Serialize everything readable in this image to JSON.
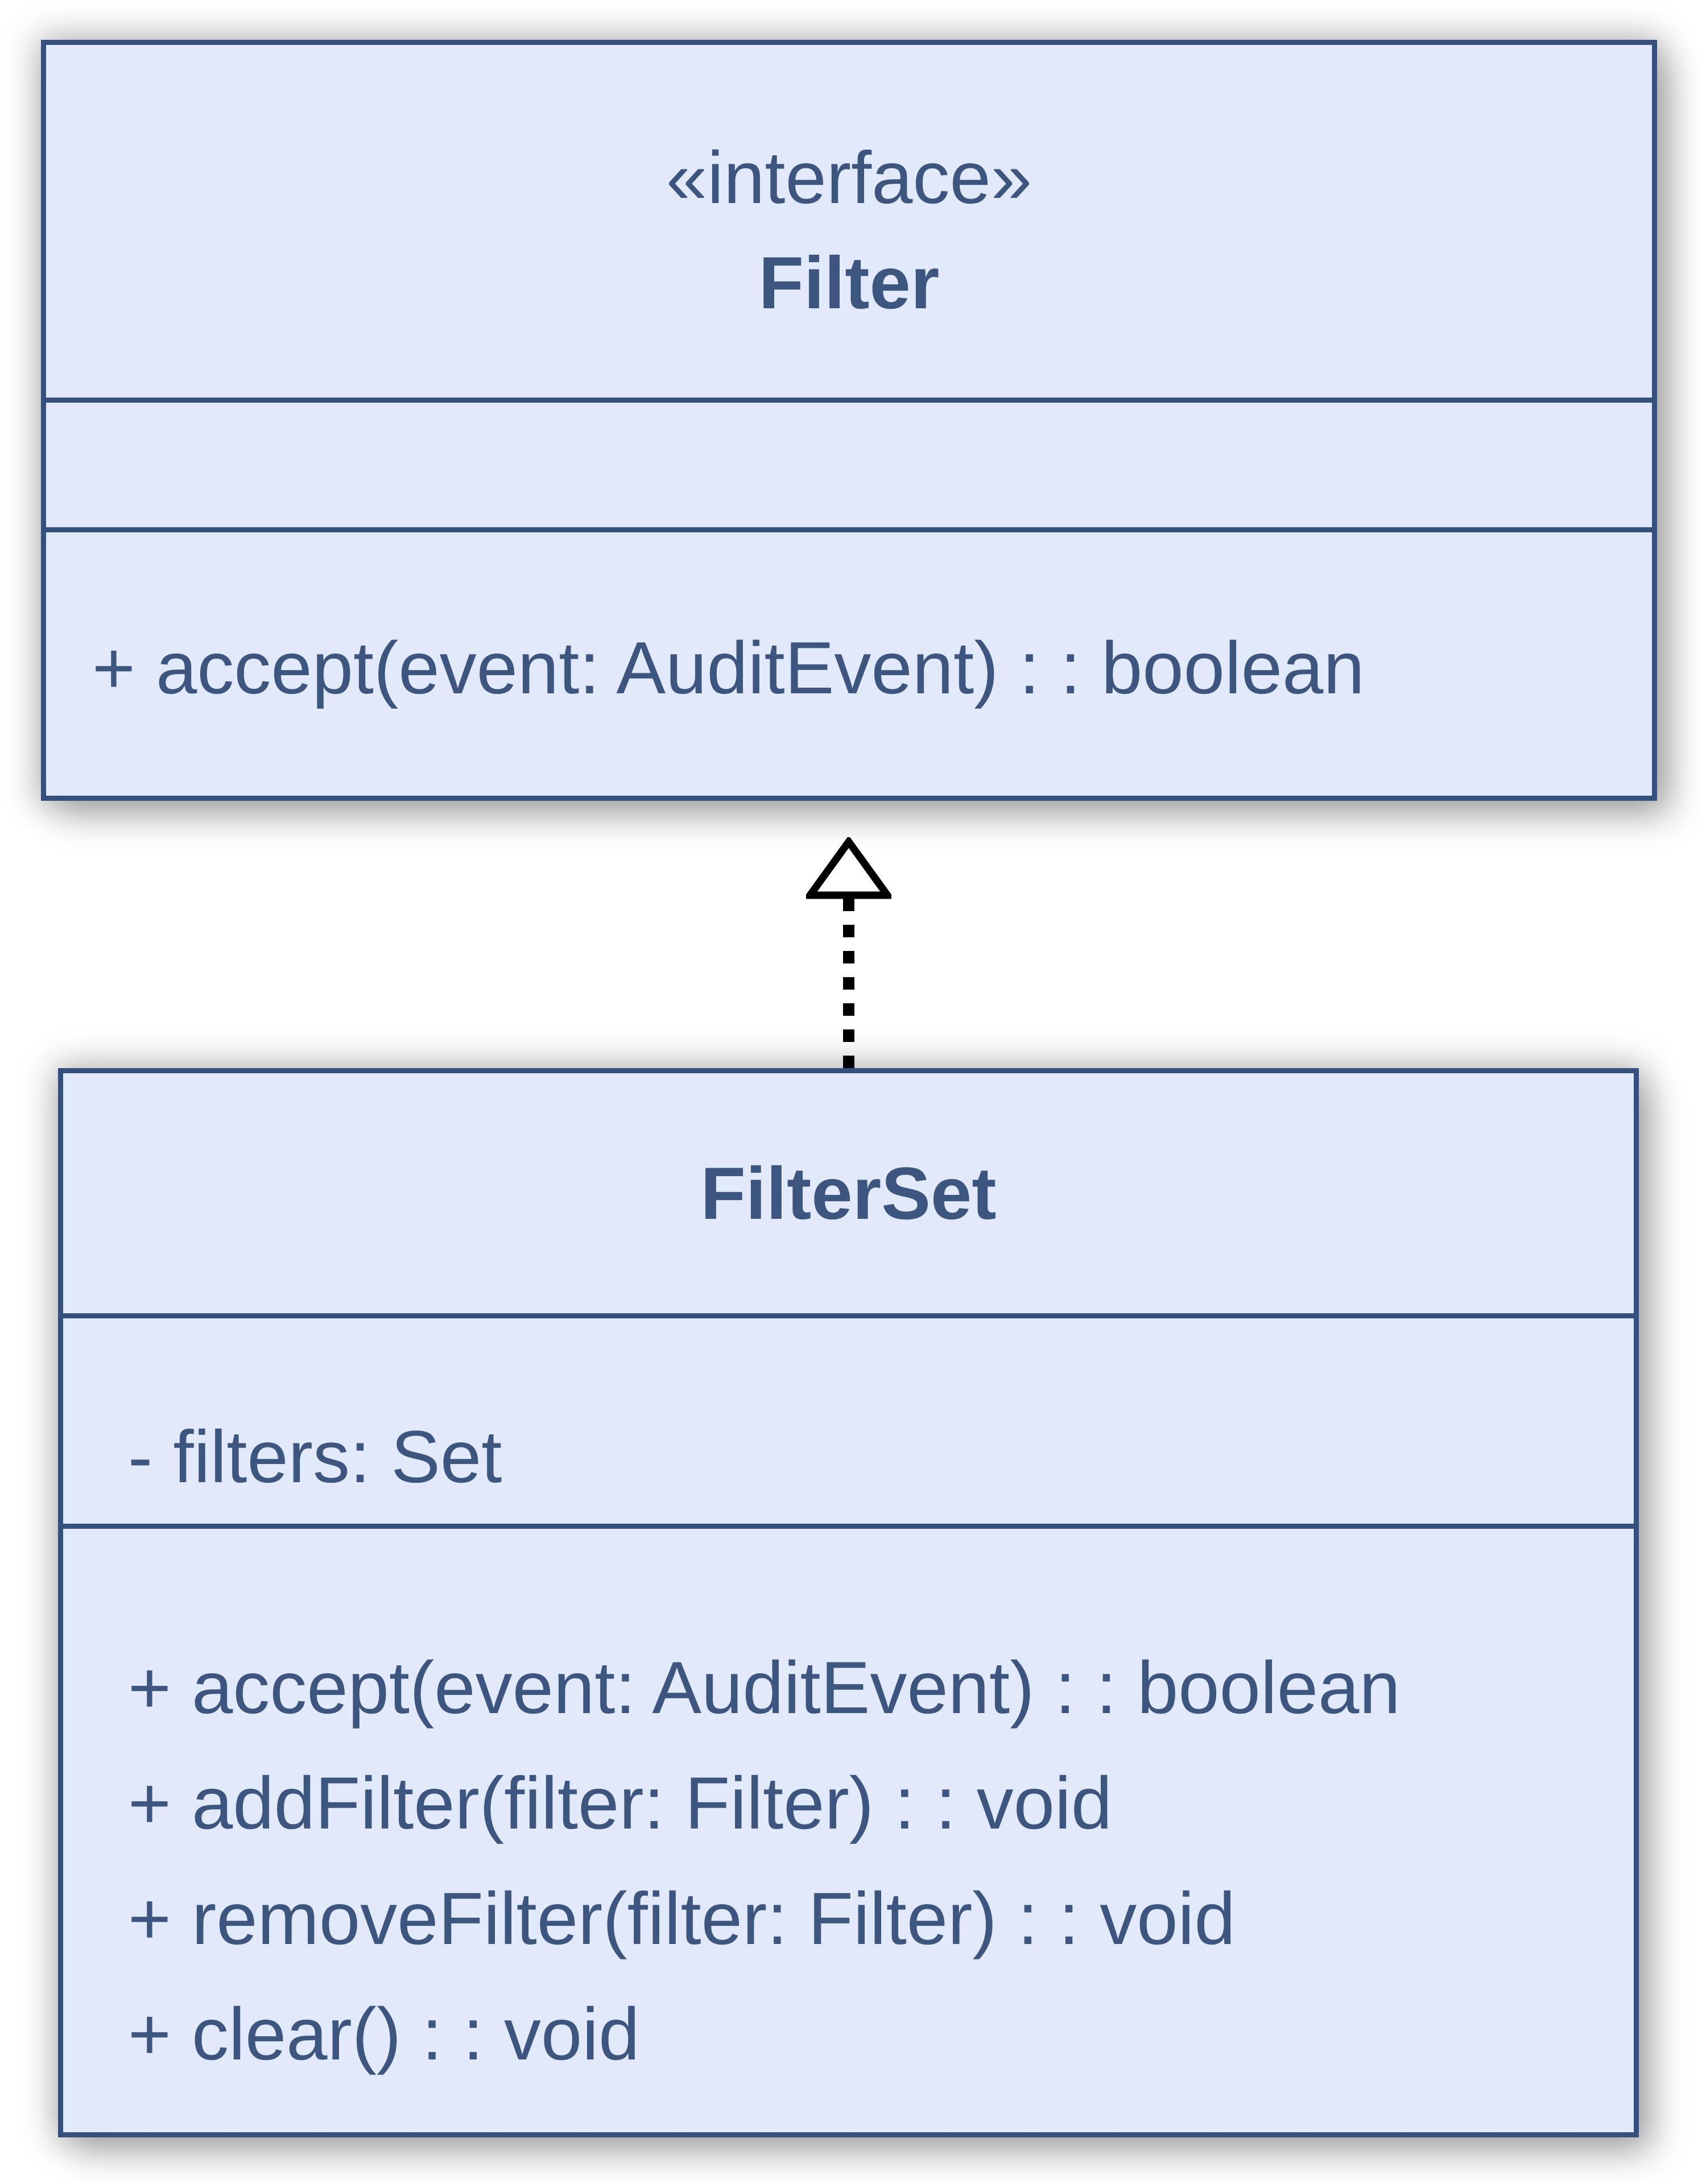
{
  "diagram": {
    "type": "uml-class-diagram",
    "colors": {
      "box_fill": "#e2e9fb",
      "box_border": "#36507e",
      "text": "#3d5680",
      "arrow": "#000000",
      "background": "#ffffff"
    },
    "filter_interface": {
      "stereotype": "«interface»",
      "name": "Filter",
      "attributes": [],
      "methods": [
        "+ accept(event: AuditEvent) : : boolean"
      ]
    },
    "filterset_class": {
      "name": "FilterSet",
      "attributes": [
        "- filters: Set"
      ],
      "methods": [
        "+ accept(event: AuditEvent) : : boolean",
        "+ addFilter(filter: Filter) : : void",
        "+ removeFilter(filter: Filter) : : void",
        "+ clear() : : void"
      ]
    },
    "relationship": {
      "kind": "realization",
      "from": "FilterSet",
      "to": "Filter",
      "style": "dashed line with hollow triangle arrowhead pointing up"
    }
  }
}
